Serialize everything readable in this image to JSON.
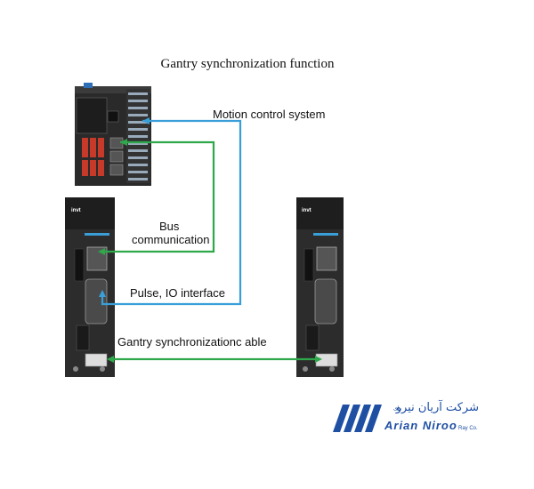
{
  "title": "Gantry synchronization function",
  "labels": {
    "motion_control": "Motion control  system",
    "bus_line1": "Bus",
    "bus_line2": "communication",
    "pulse_io": "Pulse,  IO interface",
    "gantry_cable": "Gantry synchronizationc  able"
  },
  "devices": {
    "brand": "invt"
  },
  "logo": {
    "persian": "شرکت آریان نیرو",
    "persian_small": "رای",
    "english": "Arian Niroo",
    "english_small": "Ray Co."
  },
  "colors": {
    "blue_line": "#3a9fd8",
    "green_line": "#2ea84a",
    "device_body": "#2b2b2b",
    "logo_blue": "#1f4fa3"
  }
}
